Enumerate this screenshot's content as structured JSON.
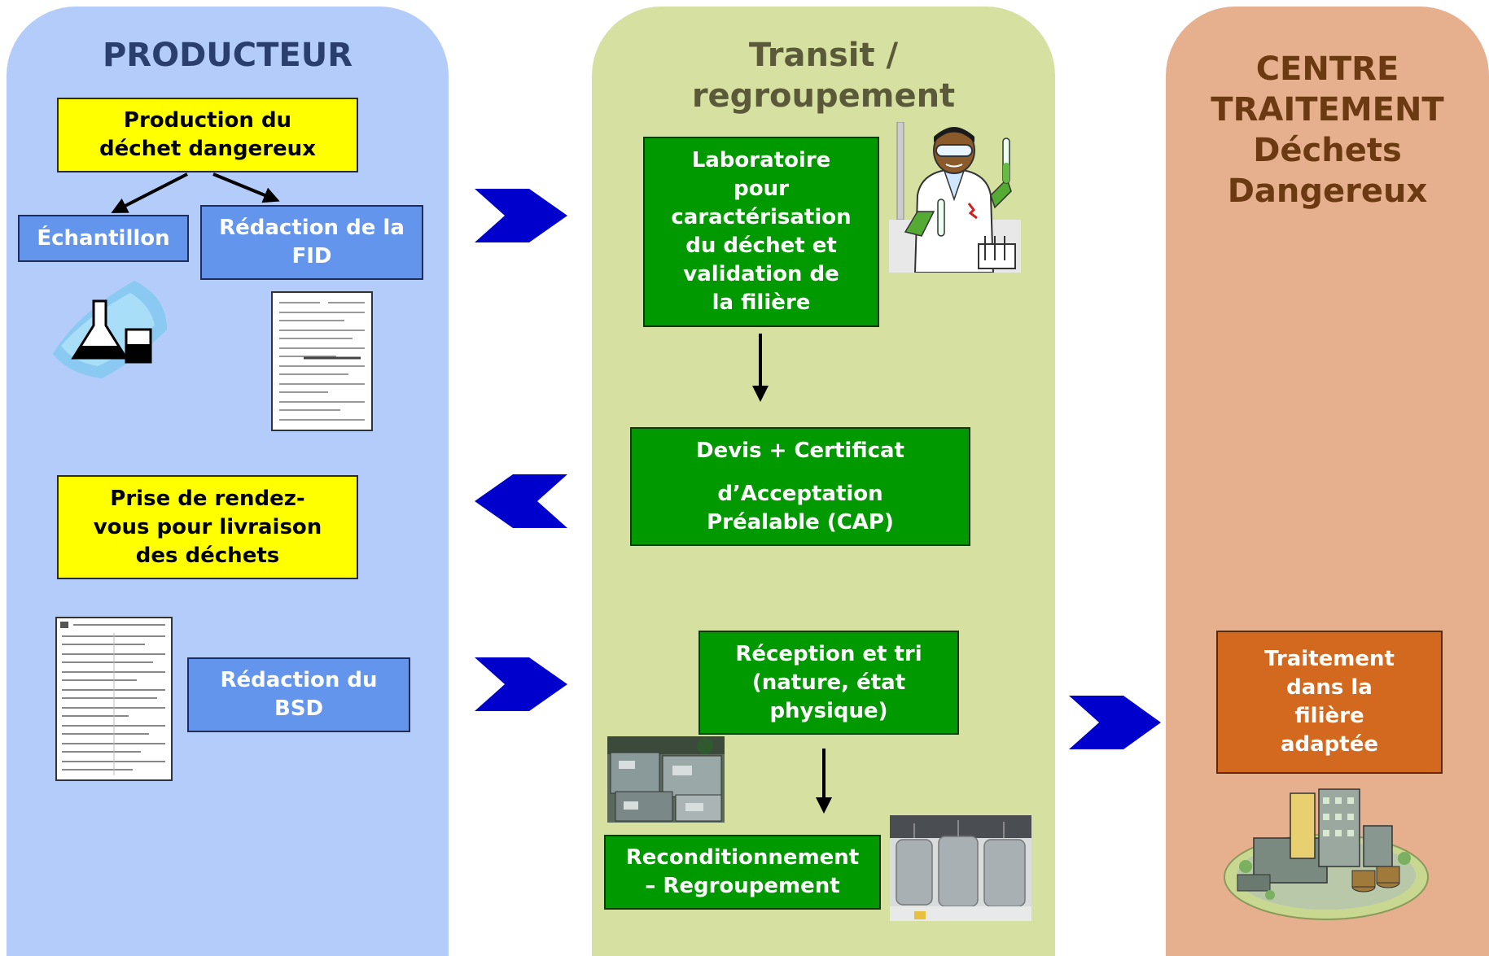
{
  "colors": {
    "producer_lane": "#b3ccfa",
    "transit_lane": "#d6e0a0",
    "treatment_lane": "#e6b08e",
    "yellow_box": "#ffff00",
    "blue_box": "#6495ed",
    "green_box": "#009900",
    "orange_box": "#d2691e",
    "chevron": "#0000cc"
  },
  "lanes": {
    "producer": {
      "title": "PRODUCTEUR"
    },
    "transit": {
      "title_line1": "Transit /",
      "title_line2": "regroupement"
    },
    "treatment": {
      "title_line1": "CENTRE",
      "title_line2": "TRAITEMENT",
      "title_line3": "Déchets",
      "title_line4": "Dangereux"
    }
  },
  "producer": {
    "production": {
      "line1": "Production du",
      "line2": "déchet dangereux"
    },
    "sample": {
      "line1": "Échantillon"
    },
    "fid": {
      "line1": "Rédaction de la",
      "line2": "FID"
    },
    "appointment": {
      "line1": "Prise de rendez-",
      "line2": "vous pour livraison",
      "line3": "des déchets"
    },
    "bsd": {
      "line1": "Rédaction du",
      "line2": "BSD"
    }
  },
  "transit": {
    "laboratory": {
      "line1": "Laboratoire",
      "line2": "pour",
      "line3": "caractérisation",
      "line4": "du déchet et",
      "line5": "validation de",
      "line6": "la filière"
    },
    "quote": {
      "line1": "Devis + Certificat",
      "line2": "d’Acceptation",
      "line3": "Préalable (CAP)"
    },
    "reception": {
      "line1": "Réception et tri",
      "line2": "(nature, état",
      "line3": "physique)"
    },
    "repackaging": {
      "line1": "Reconditionnement",
      "line2": "– Regroupement"
    }
  },
  "treatment": {
    "process": {
      "line1": "Traitement",
      "line2": "dans la",
      "line3": "filière",
      "line4": "adaptée"
    }
  },
  "icons": {
    "lab_flask": "lab-flask-icon",
    "form_document": "form-document-icon",
    "scientist": "scientist-illustration",
    "bins_photo": "waste-bins-photo",
    "tanks_photo": "storage-tanks-photo",
    "plant": "treatment-plant-illustration",
    "chevron_right": "chevron-right-icon",
    "chevron_left": "chevron-left-icon",
    "arrow_down": "arrow-down-icon"
  }
}
